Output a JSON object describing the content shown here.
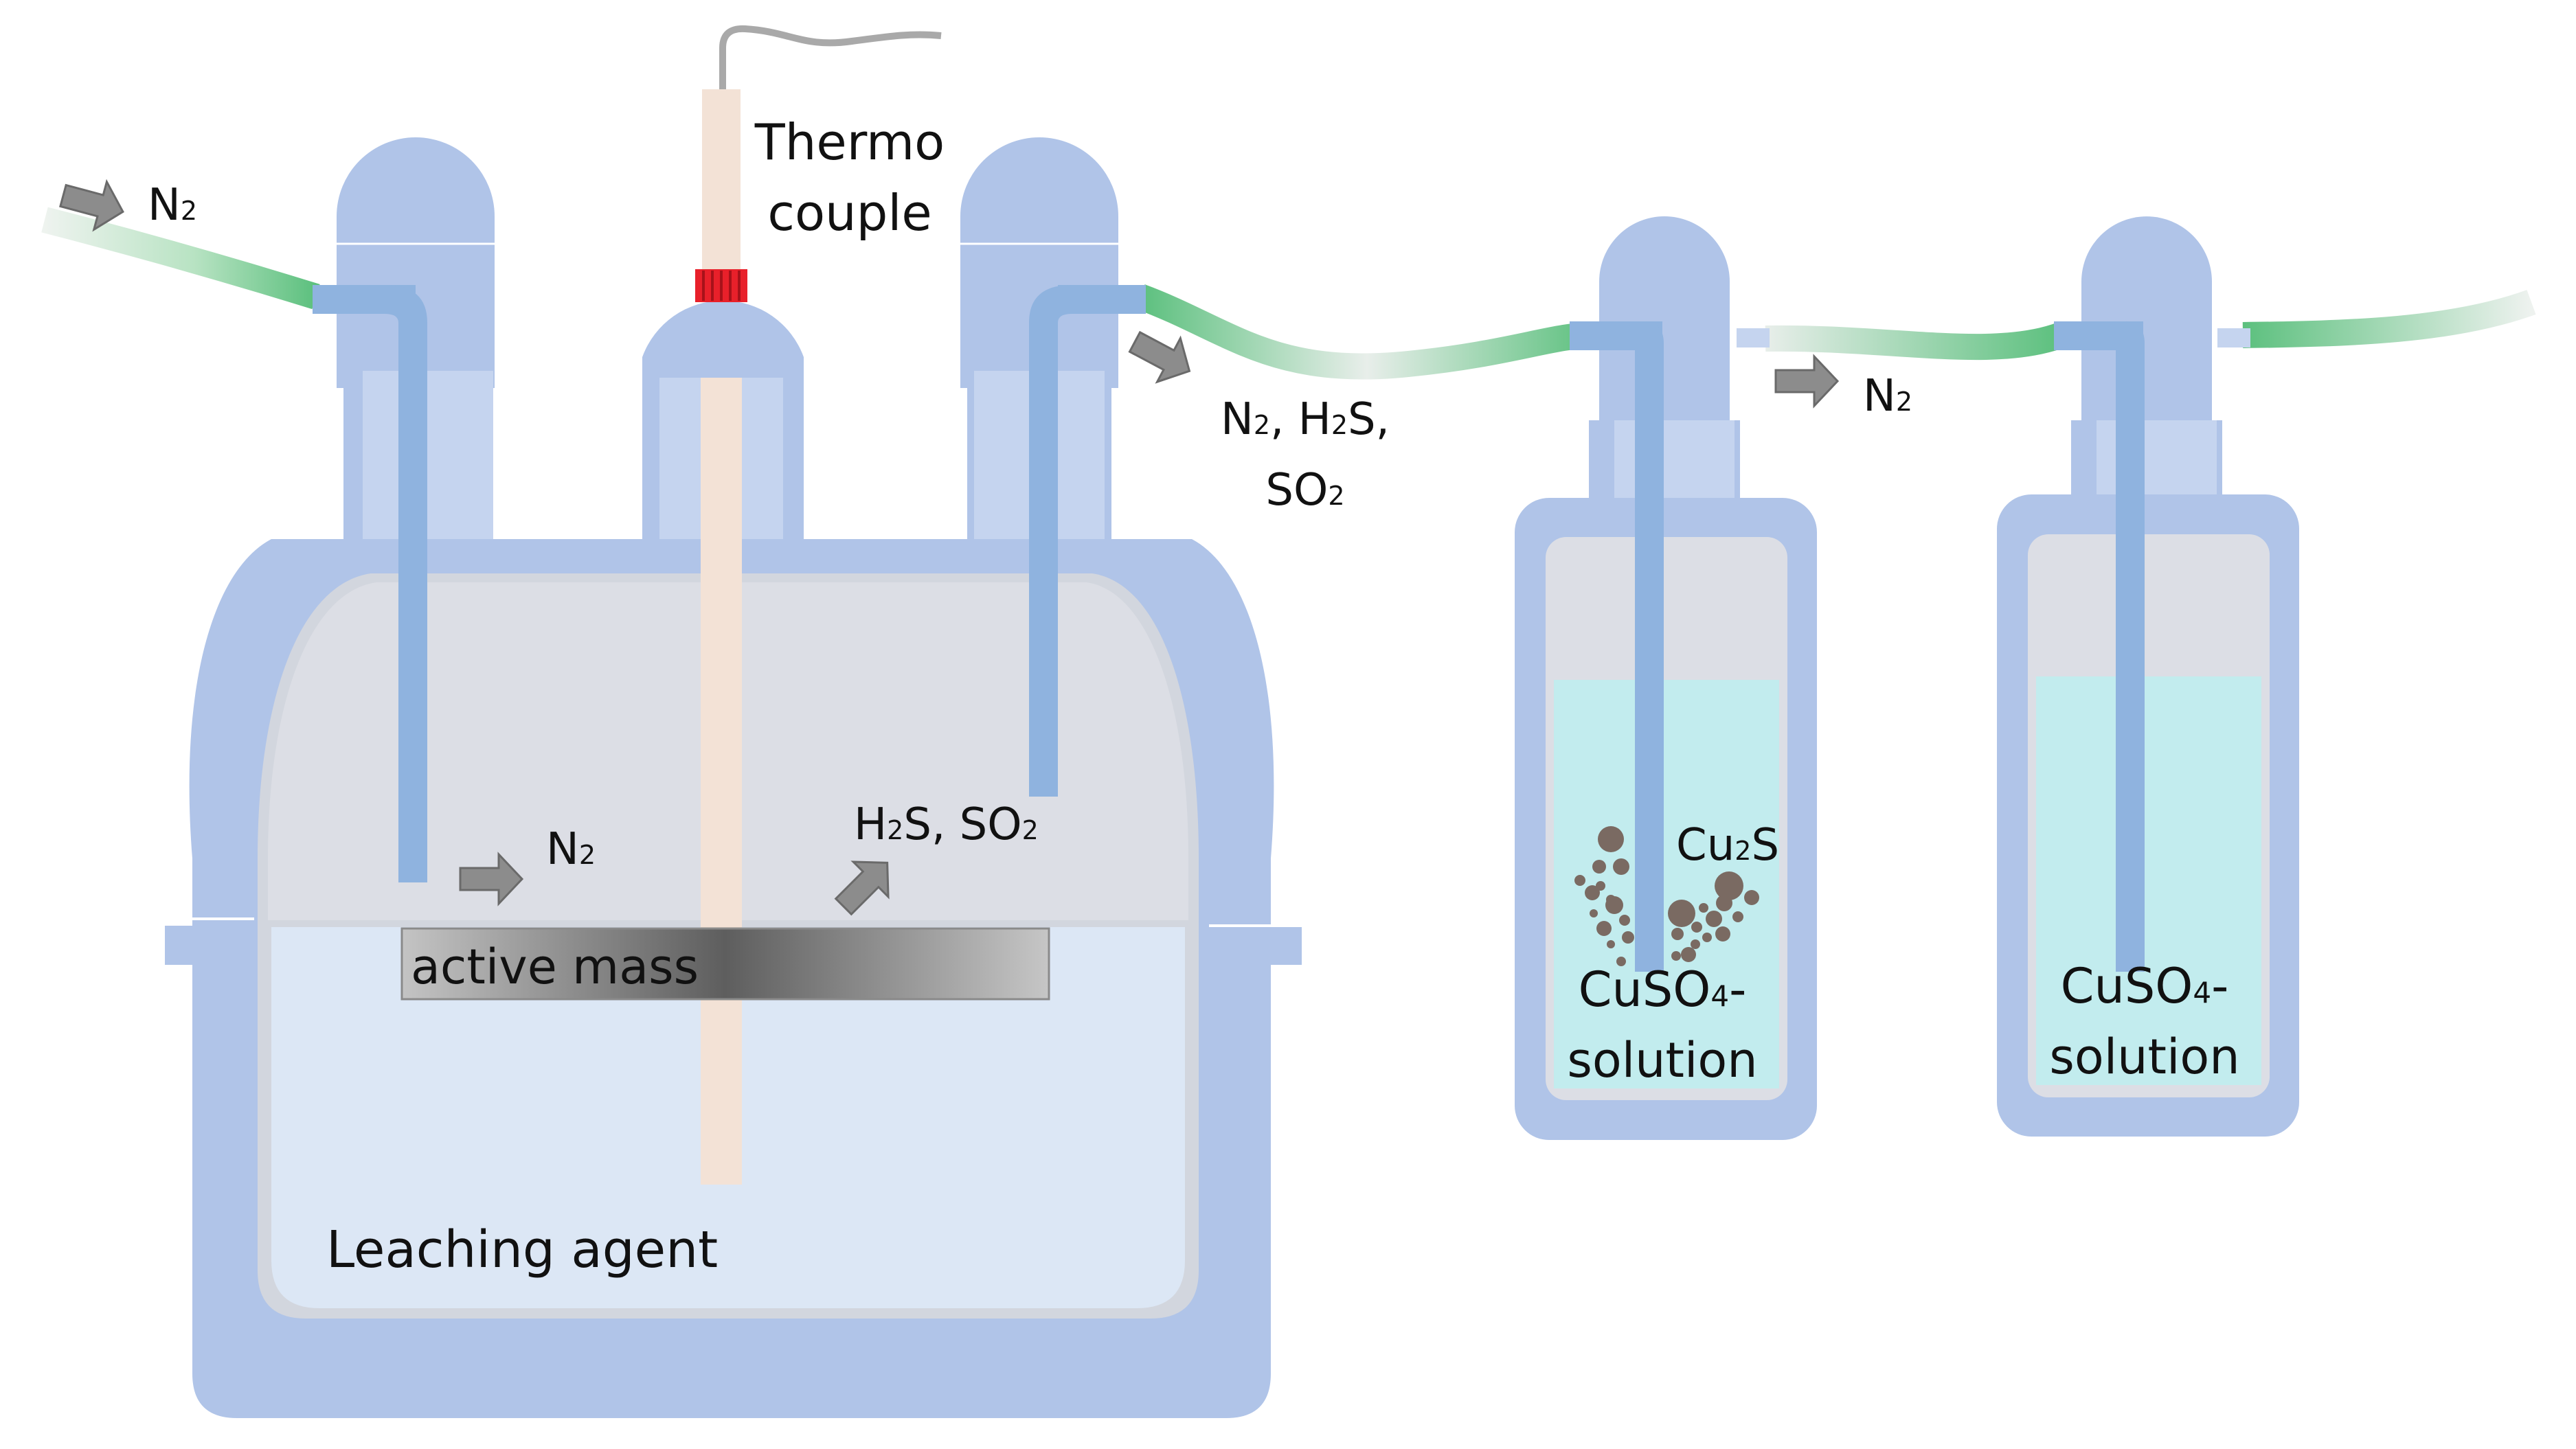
{
  "labels": {
    "n2_inlet": "N",
    "n2_inlet_sub": "2",
    "thermo_line1": "Thermo",
    "thermo_line2": "couple",
    "n2_inside": "N",
    "n2_inside_sub": "2",
    "gas_inside": {
      "a": "H",
      "a_sub": "2",
      "b": "S, SO",
      "b_sub": "2"
    },
    "active_mass": "active mass",
    "leaching_agent": "Leaching agent",
    "outlet_gases_line1": {
      "a": "N",
      "a_sub": "2",
      "b": ", H",
      "b_sub": "2",
      "c": "S,"
    },
    "outlet_gases_line2": {
      "a": "SO",
      "a_sub": "2"
    },
    "n2_between": "N",
    "n2_between_sub": "2",
    "precipitate": {
      "a": "Cu",
      "a_sub": "2",
      "b": "S"
    },
    "bottle1_solution_line1": {
      "a": "CuSO",
      "a_sub": "4",
      "b": "-"
    },
    "bottle1_solution_line2": "solution",
    "bottle2_solution_line1": {
      "a": "CuSO",
      "a_sub": "4",
      "b": "-"
    },
    "bottle2_solution_line2": "solution"
  },
  "colors": {
    "glass": "#b0c4e8",
    "glass_light": "#c5d4ef",
    "tube": "#8fb3df",
    "headspace": "#dcdee5",
    "leaching_liquid": "#dce7f5",
    "wash_solution": "#c2ecee",
    "hose_green": "#6cc78a",
    "thermocouple": "#f3e2d6",
    "thermo_clamp": "#e8202a",
    "arrow": "#8c8c8c",
    "particles": "#7a6a62"
  }
}
